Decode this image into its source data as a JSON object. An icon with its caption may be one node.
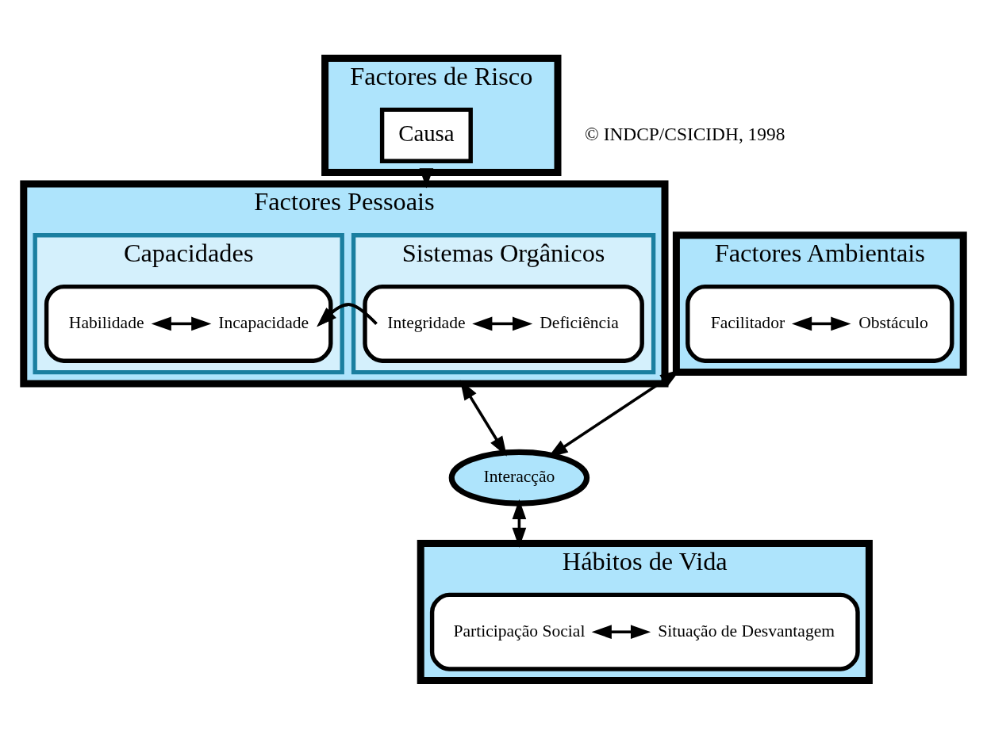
{
  "diagram": {
    "nodes": [
      {
        "text": [
          "Factores de Risco"
        ]
      },
      {
        "text": [
          "Causa"
        ],
        "in": 0
      },
      {
        "text": [
          "Factores Pessoais"
        ]
      },
      {
        "text": [
          "Sistemas Orgânicos"
        ],
        "in": 2
      },
      {
        "text": [],
        "shape": "box",
        "in": 3
      },
      {
        "text": [
          "Integridade"
        ],
        "in": 4
      },
      {
        "text": [
          "Deficiência"
        ],
        "in": 4
      },
      {
        "text": [
          "Capacidades"
        ],
        "in": 2
      },
      {
        "text": [],
        "shape": "box",
        "in": 7
      },
      {
        "text": [
          "Habilidade"
        ],
        "in": 8
      },
      {
        "text": [
          "Incapacidade"
        ],
        "in": 8
      },
      {
        "text": [
          "Factores Ambientais"
        ]
      },
      {
        "text": [],
        "shape": "box",
        "in": 11
      },
      {
        "text": [
          "Facilitador"
        ],
        "in": 12
      },
      {
        "text": [
          "Obstáculo"
        ],
        "in": 12
      },
      {
        "text": [
          "Interacção"
        ]
      },
      {
        "text": [
          "Hábitos de Vida"
        ]
      },
      {
        "text": [],
        "shape": "box",
        "in": 16
      },
      {
        "text": [
          "Participação Social"
        ],
        "in": 17
      },
      {
        "text": [
          "Situação de Desvantagem"
        ],
        "in": 17
      }
    ],
    "edges": [
      {
        "from": 0,
        "to": 2,
        "arrow": "to"
      },
      {
        "from": 3,
        "to": 7,
        "arrow": "both"
      },
      {
        "from": 5,
        "to": 6,
        "arrow": "both"
      },
      {
        "from": 9,
        "to": 10,
        "arrow": "both"
      },
      {
        "from": 13,
        "to": 14,
        "arrow": "both"
      },
      {
        "from": 2,
        "to": 15,
        "arrow": "both"
      },
      {
        "from": 11,
        "to": 15,
        "arrow": "both"
      },
      {
        "from": 15,
        "to": 16,
        "arrow": "both"
      },
      {
        "from": 18,
        "to": 19,
        "arrow": "both"
      }
    ],
    "labels": [
      "© INDCP/CSICIDH, 1998"
    ]
  }
}
